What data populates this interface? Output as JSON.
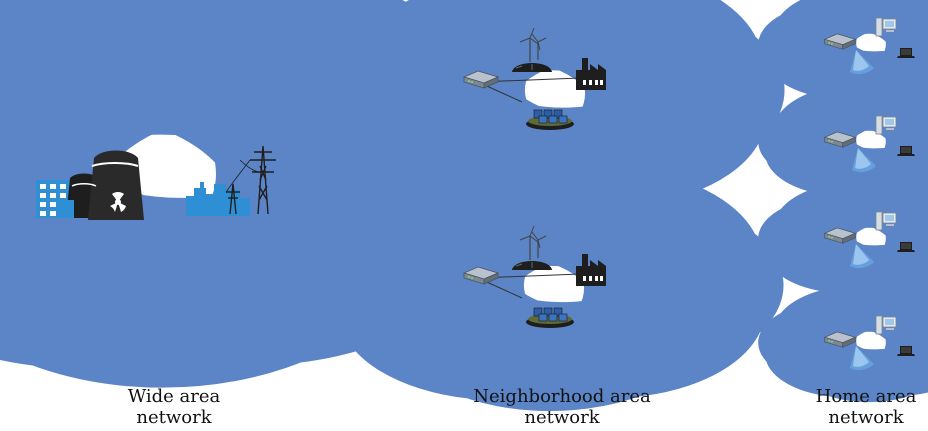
{
  "labels": {
    "wan": [
      "Wide area",
      "network"
    ],
    "nan": [
      "Neighborhood area",
      "network"
    ],
    "han": [
      "Home area",
      "network"
    ]
  },
  "icons": {
    "wan": [
      "building-icon",
      "nuclear-plant-icon",
      "transmission-tower-icon",
      "city-skyline-icon"
    ],
    "nan": [
      "router-icon",
      "wind-turbine-icon",
      "factory-icon",
      "solar-panel-icon"
    ],
    "han": [
      "router-icon",
      "computer-icon",
      "laptop-icon",
      "wireless-signal-icon"
    ]
  },
  "colors": {
    "cloud_stroke": "#5b85c6",
    "line": "#333333",
    "city_blue": "#2f8fd4",
    "dark_icon": "#1e1e1e",
    "signal_blue": "#6aa8e4"
  }
}
